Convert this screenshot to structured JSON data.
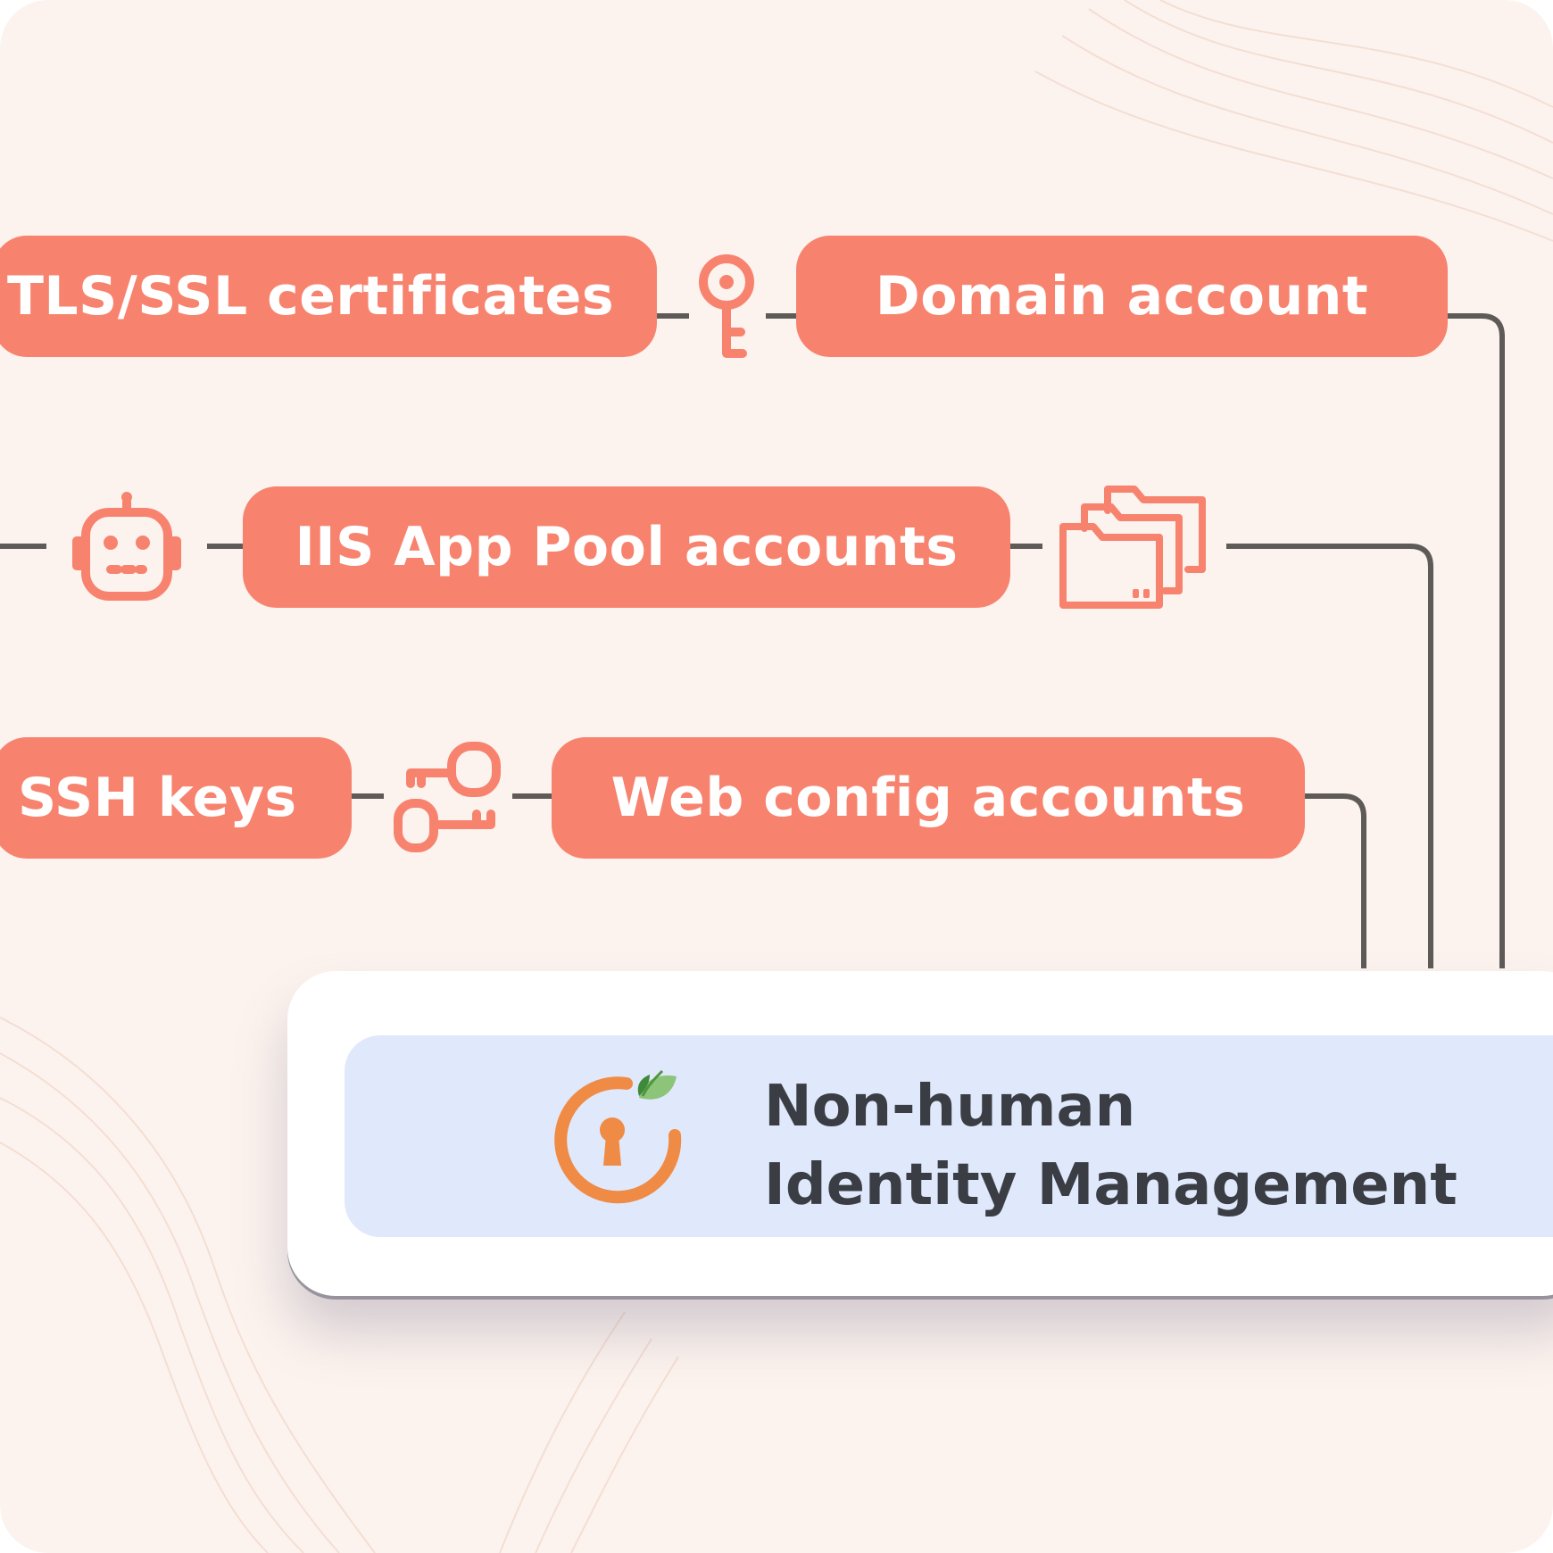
{
  "nodes": {
    "tls": "TLS/SSL certificates",
    "domain": "Domain account",
    "iis": "IIS App Pool accounts",
    "ssh": "SSH keys",
    "webconfig": "Web config accounts"
  },
  "target": {
    "title_line1": "Non-human",
    "title_line2": "Identity Management"
  },
  "icons": {
    "key": "key-icon",
    "robot": "robot-icon",
    "folders": "folders-icon",
    "ssh_key": "ssh-key-icon",
    "logo": "keyhole-logo-icon"
  },
  "colors": {
    "background": "#fcf3ee",
    "pill": "#f7836f",
    "pill_text": "#ffffff",
    "connector": "#5e5a58",
    "card": "#ffffff",
    "band": "#e0e8fb",
    "title_text": "#3a3e44",
    "logo_orange": "#f08b45",
    "logo_leaf": "#6fae5a"
  }
}
